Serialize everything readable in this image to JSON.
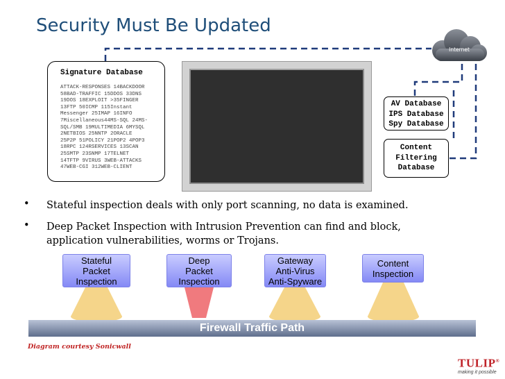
{
  "title": "Security Must Be Updated",
  "signature_database": {
    "title": "Signature Database",
    "lines": [
      "ATTACK-RESPONSES 14BACKDOOR",
      "58BAD-TRAFFIC 15DDOS 33DNS",
      "19DOS 18EXPLOIT >35FINGER",
      "13FTP 50ICMP 115Instant",
      "Messenger 25IMAP 16INFO",
      "7Miscellaneous44MS-SQL 24MS-",
      "SQL/SMB 19MULTIMEDIA 6MYSQL",
      "2NETBIOS 25NNTP 2ORACLE",
      "25P2P 51POLICY 21POP2 4POP3",
      "18RPC 124RSERVICES 13SCAN",
      "25SMTP 23SNMP 17TELNET",
      "14TFTP 9VIRUS 3WEB-ATTACKS",
      "47WEB-CGI 312WEB-CLIENT"
    ]
  },
  "databases": [
    {
      "lines": [
        "AV Database",
        "IPS Database",
        "Spy Database"
      ]
    },
    {
      "lines": [
        "Content",
        "Filtering",
        "Database"
      ]
    }
  ],
  "cloud": {
    "label": "Internet",
    "icon": "cloud-icon"
  },
  "bullets": [
    {
      "marker": "•",
      "lines": [
        "Stateful inspection deals with only port scanning, no data is examined."
      ]
    },
    {
      "marker": "•",
      "lines": [
        "Deep Packet Inspection with Intrusion Prevention can find and block,",
        "application vulnerabilities, worms or Trojans."
      ]
    }
  ],
  "stages": [
    {
      "lines": [
        "Stateful",
        "Packet",
        "Inspection"
      ],
      "beam_color": "#f5d58a"
    },
    {
      "lines": [
        "Deep",
        "Packet",
        "Inspection"
      ],
      "beam_color": "#f07a7e"
    },
    {
      "lines": [
        "Gateway",
        "Anti-Virus",
        "Anti-Spyware"
      ],
      "beam_color": "#f5d58a"
    },
    {
      "lines": [
        "Content",
        "Inspection"
      ],
      "beam_color": "#f5d58a"
    }
  ],
  "traffic_path": {
    "label": "Firewall Traffic Path"
  },
  "credit": "Diagram courtesy Sonicwall",
  "logo": {
    "name": "TULIP",
    "mark": "®",
    "tagline": "making it possible"
  },
  "colors": {
    "title": "#1f4e79",
    "connector": "#1f3a7a",
    "stage_fill": "#a8acfa",
    "path_bar": "#7c89a6",
    "credit": "#c02424",
    "logo": "#c0242a"
  }
}
